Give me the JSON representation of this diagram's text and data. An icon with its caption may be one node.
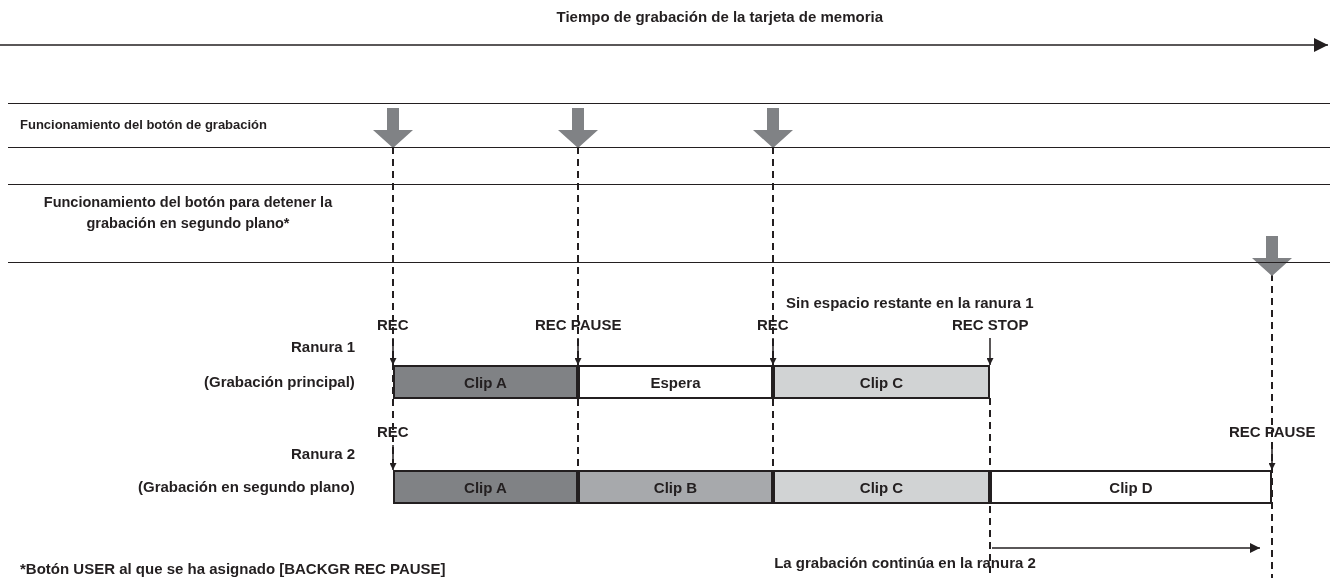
{
  "diagram": {
    "nodes": [
      {
        "text": [
          "Funcionamiento del botón de grabación"
        ]
      },
      {
        "text": [
          "Funcionamiento del botón para detener la grabación en segundo plano*"
        ]
      },
      {
        "text": [
          "Clip A"
        ]
      },
      {
        "text": [
          "Espera"
        ]
      },
      {
        "text": [
          "Clip C"
        ]
      },
      {
        "text": [
          "Clip A"
        ]
      },
      {
        "text": [
          "Clip B"
        ]
      },
      {
        "text": [
          "Clip C"
        ]
      },
      {
        "text": [
          "Clip D"
        ]
      }
    ],
    "edges": [
      {
        "from": null,
        "to": 2,
        "arrow": "to",
        "label": "REC"
      },
      {
        "from": null,
        "to": 3,
        "arrow": "to",
        "label": "REC PAUSE"
      },
      {
        "from": null,
        "to": 4,
        "arrow": "to",
        "label": "REC"
      },
      {
        "from": null,
        "to": 4,
        "arrow": "to",
        "label": "REC STOP"
      },
      {
        "from": null,
        "to": 5,
        "arrow": "to",
        "label": "REC"
      },
      {
        "from": null,
        "to": 8,
        "arrow": "to",
        "label": "REC PAUSE"
      }
    ],
    "labels": [
      "Tiempo de grabación de la tarjeta de memoria",
      "Sin espacio restante en la ranura 1",
      "Ranura 1",
      "(Grabación principal)",
      "Ranura 2",
      "(Grabación en segundo plano)",
      "La grabación continúa en la ranura 2",
      "*Botón USER al que se ha asignado [BACKGR REC PAUSE]"
    ]
  }
}
